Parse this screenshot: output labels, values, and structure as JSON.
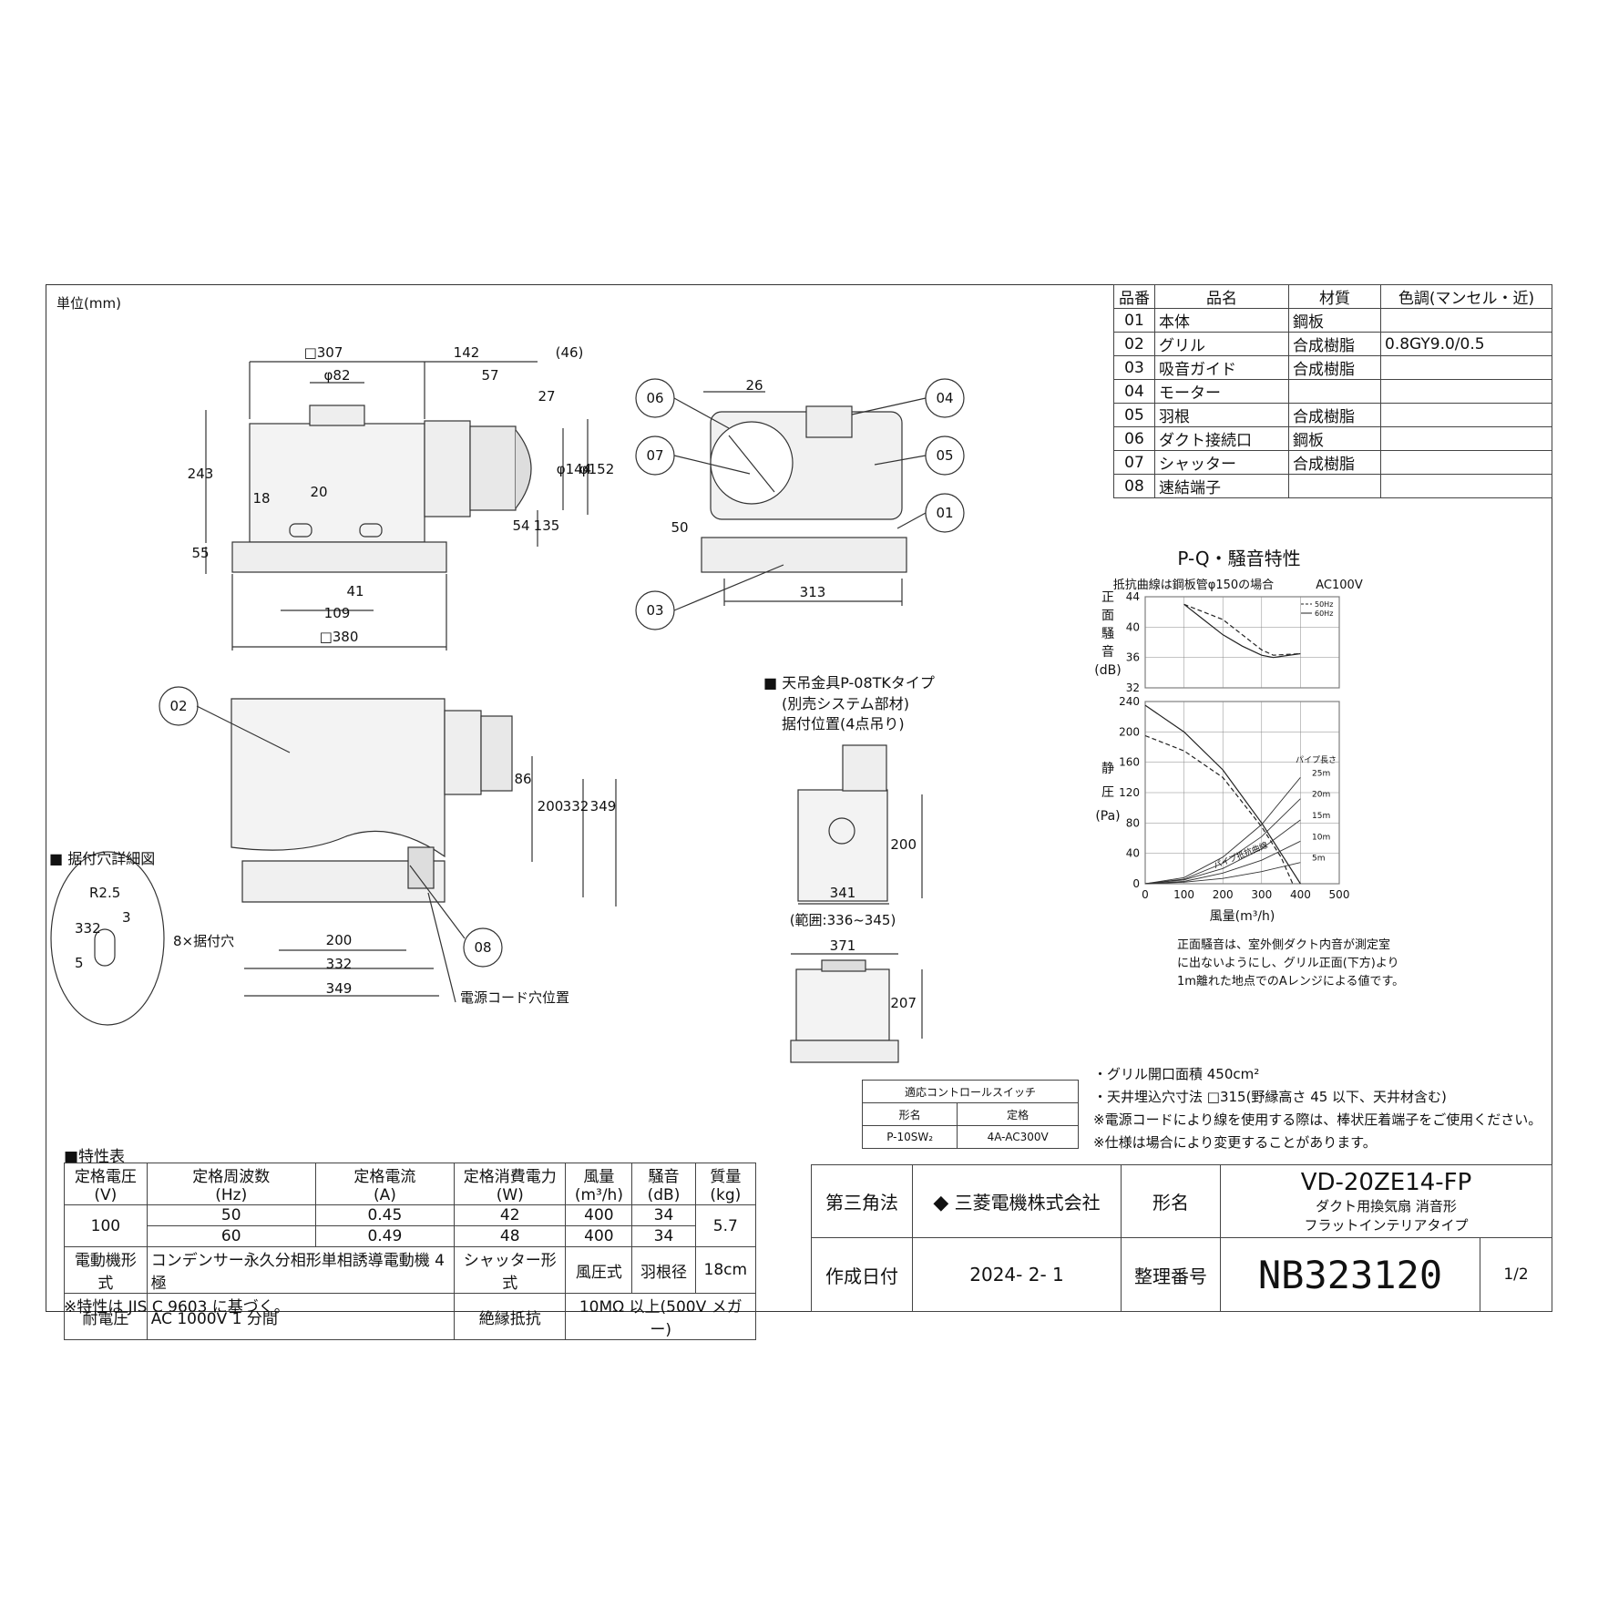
{
  "unit_label": "単位(mm)",
  "parts_table": {
    "headers": [
      "品番",
      "品名",
      "材質",
      "色調(マンセル・近)"
    ],
    "rows": [
      [
        "01",
        "本体",
        "鋼板",
        ""
      ],
      [
        "02",
        "グリル",
        "合成樹脂",
        "0.8GY9.0/0.5"
      ],
      [
        "03",
        "吸音ガイド",
        "合成樹脂",
        ""
      ],
      [
        "04",
        "モーター",
        "",
        ""
      ],
      [
        "05",
        "羽根",
        "合成樹脂",
        ""
      ],
      [
        "06",
        "ダクト接続口",
        "鋼板",
        ""
      ],
      [
        "07",
        "シャッター",
        "合成樹脂",
        ""
      ],
      [
        "08",
        "速結端子",
        "",
        ""
      ]
    ]
  },
  "front_view": {
    "dims": [
      "□307",
      "142",
      "(46)",
      "φ82",
      "57",
      "27",
      "243",
      "18",
      "20",
      "φ144",
      "φ152",
      "54",
      "135",
      "55",
      "41",
      "109",
      "□380"
    ]
  },
  "side_view": {
    "dims": [
      "26",
      "50",
      "313"
    ],
    "callouts": [
      "06",
      "07",
      "04",
      "05",
      "01",
      "03"
    ]
  },
  "bottom_view": {
    "dims": [
      "86",
      "200",
      "332",
      "349",
      "200",
      "332",
      "349"
    ],
    "callouts": [
      "02",
      "08"
    ],
    "labels": {
      "holes": "8×据付穴",
      "cord": "電源コード穴位置"
    }
  },
  "hole_detail": {
    "title": "■ 据付穴詳細図",
    "dims": [
      "R2.5",
      "332",
      "3",
      "5"
    ]
  },
  "hanger": {
    "title": "■ 天吊金具P-08TKタイプ",
    "sub1": "(別売システム部材)",
    "sub2": "据付位置(4点吊り)",
    "dims": [
      "200",
      "341",
      "(範囲:336~345)",
      "371",
      "207"
    ]
  },
  "chart_data": {
    "type": "line",
    "title": "P-Q・騒音特性",
    "note_left": "抵抗曲線は鋼板管φ150の場合",
    "note_right": "AC100V",
    "noise": {
      "ylabel": [
        "正",
        "面",
        "騒",
        "音",
        "(dB)"
      ],
      "yticks": [
        32,
        36,
        40,
        44
      ],
      "ylim": [
        32,
        44
      ],
      "legend": [
        "50Hz",
        "60Hz"
      ],
      "series": [
        {
          "name": "50Hz",
          "x": [
            100,
            150,
            200,
            250,
            300,
            330,
            400
          ],
          "y": [
            43,
            41,
            39,
            37.5,
            36.3,
            36,
            36.5
          ]
        },
        {
          "name": "60Hz",
          "x": [
            100,
            150,
            200,
            250,
            300,
            330,
            400
          ],
          "y": [
            43,
            42,
            41,
            39,
            37,
            36.3,
            36.5
          ]
        }
      ]
    },
    "pq": {
      "ylabel": [
        "静",
        "圧",
        "(Pa)"
      ],
      "yticks": [
        0,
        40,
        80,
        120,
        160,
        200,
        240
      ],
      "ylim": [
        0,
        240
      ],
      "xticks": [
        0,
        100,
        200,
        300,
        400,
        500
      ],
      "xlim": [
        0,
        500
      ],
      "xlabel": "風量(m³/h)",
      "legend_title": "パイプ長さ",
      "pipe_labels": [
        "25m",
        "20m",
        "15m",
        "10m",
        "5m"
      ],
      "curve_label": "パイプ抵抗曲線",
      "series": [
        {
          "name": "60Hz",
          "x": [
            0,
            100,
            200,
            300,
            350,
            400
          ],
          "y": [
            235,
            200,
            150,
            80,
            40,
            0
          ]
        },
        {
          "name": "50Hz",
          "x": [
            0,
            100,
            200,
            300,
            350,
            380
          ],
          "y": [
            195,
            175,
            140,
            75,
            35,
            0
          ]
        }
      ],
      "pipe_curves": [
        {
          "name": "25m",
          "x": [
            0,
            100,
            200,
            300,
            400
          ],
          "y": [
            0,
            8,
            35,
            78,
            140
          ]
        },
        {
          "name": "20m",
          "x": [
            0,
            100,
            200,
            300,
            400
          ],
          "y": [
            0,
            6,
            27,
            62,
            112
          ]
        },
        {
          "name": "15m",
          "x": [
            0,
            100,
            200,
            300,
            400
          ],
          "y": [
            0,
            5,
            20,
            46,
            84
          ]
        },
        {
          "name": "10m",
          "x": [
            0,
            100,
            200,
            300,
            400
          ],
          "y": [
            0,
            3,
            14,
            31,
            56
          ]
        },
        {
          "name": "5m",
          "x": [
            0,
            100,
            200,
            300,
            400
          ],
          "y": [
            0,
            2,
            7,
            16,
            28
          ]
        }
      ]
    },
    "footnote": [
      "正面騒音は、室外側ダクト内音が測定室",
      "に出ないようにし、グリル正面(下方)より",
      "1m離れた地点でのAレンジによる値です。"
    ]
  },
  "switch_table": {
    "title": "適応コントロールスイッチ",
    "headers": [
      "形名",
      "定格"
    ],
    "row": [
      "P-10SW₂",
      "4A-AC300V"
    ]
  },
  "notes": [
    "・グリル開口面積  450cm²",
    "・天井埋込穴寸法  □315(野縁高さ 45 以下、天井材含む)",
    "※電源コードにより線を使用する際は、棒状圧着端子をご使用ください。",
    "※仕様は場合により変更することがあります。"
  ],
  "spec": {
    "title": "■特性表",
    "headers": [
      [
        "定格電圧",
        "(V)"
      ],
      [
        "定格周波数",
        "(Hz)"
      ],
      [
        "定格電流",
        "(A)"
      ],
      [
        "定格消費電力",
        "(W)"
      ],
      [
        "風量",
        "(m³/h)"
      ],
      [
        "騒音",
        "(dB)"
      ],
      [
        "質量",
        "(kg)"
      ]
    ],
    "voltage": "100",
    "mass": "5.7",
    "rows": [
      [
        "50",
        "0.45",
        "42",
        "400",
        "34"
      ],
      [
        "60",
        "0.49",
        "48",
        "400",
        "34"
      ]
    ],
    "motor_label": "電動機形式",
    "motor_value": "コンデンサー永久分相形単相誘導電動機 4 極",
    "shutter_label": "シャッター形式",
    "shutter_value": "風圧式",
    "blade_label": "羽根径",
    "blade_value": "18cm",
    "withstand_label": "耐電圧",
    "withstand_value": "AC 1000V 1 分間",
    "insulation_label": "絶縁抵抗",
    "insulation_value": "10MΩ 以上(500V メガー)",
    "footnote": "※特性は JIS C 9603 に基づく。"
  },
  "title_block": {
    "projection": "第三角法",
    "company": "三菱電機株式会社",
    "model_label": "形名",
    "model": "VD-20ZE14-FP",
    "desc1": "ダクト用換気扇  消音形",
    "desc2": "フラットインテリアタイプ",
    "date_label": "作成日付",
    "date": "2024- 2- 1",
    "number_label": "整理番号",
    "number": "NB323120",
    "page": "1/2"
  }
}
